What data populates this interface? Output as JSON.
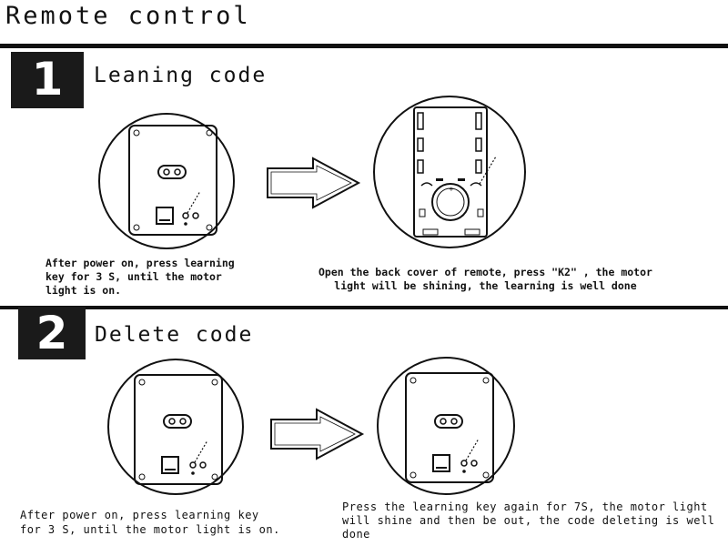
{
  "page": {
    "title": "Remote control"
  },
  "sections": [
    {
      "number": "1",
      "heading": "Leaning code",
      "captions": {
        "left": [
          "After power on, press learning",
          "key for 3 S, until the motor",
          "light is on."
        ],
        "right": [
          "Open the back cover of remote, press \"K2\" , the motor",
          "light will be shining, the learning is well done"
        ]
      }
    },
    {
      "number": "2",
      "heading": "Delete code",
      "captions": {
        "left": [
          "After power on, press learning key",
          "for 3 S, until the motor light is on."
        ],
        "right": [
          "Press the learning key again for 7S, the motor light",
          "will shine and then be out, the code deleting is well",
          "done"
        ]
      }
    }
  ],
  "icons": {
    "arrow": "right-arrow-icon",
    "controller": "receiver-board-icon",
    "remote_back": "remote-back-cover-icon"
  }
}
